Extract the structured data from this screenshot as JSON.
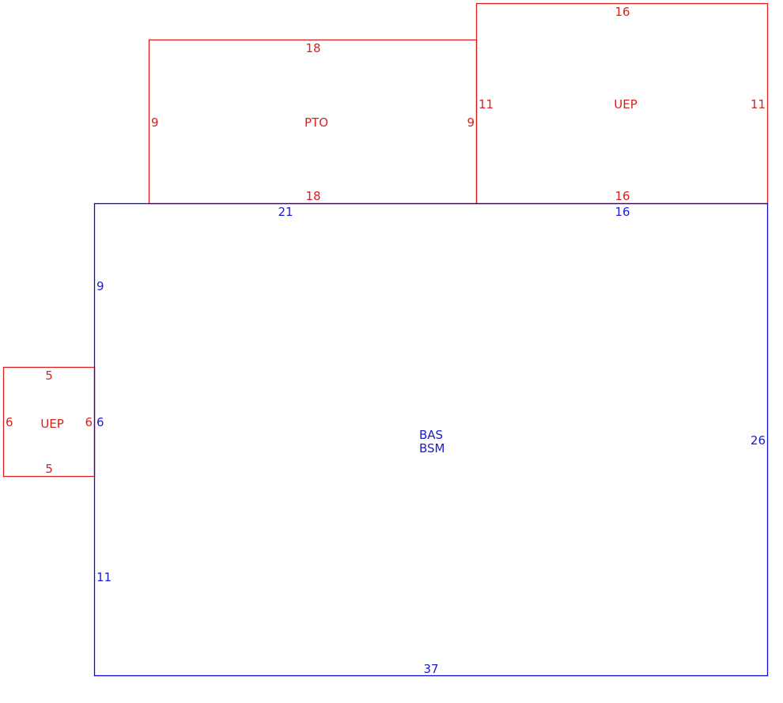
{
  "colors": {
    "base": "#0a0ad6",
    "base_text": "#1d1dc8",
    "annex": "#d6211f"
  },
  "areas": {
    "pto": {
      "name": "PTO",
      "top": "18",
      "bottom": "18",
      "left": "9",
      "right": "9"
    },
    "uep_top": {
      "name": "UEP",
      "top": "16",
      "bottom": "16",
      "left": "11",
      "right": "11"
    },
    "uep_left": {
      "name": "UEP",
      "top": "5",
      "bottom": "5",
      "left": "6",
      "right": "6"
    },
    "main": {
      "name1": "BAS",
      "name2": "BSM",
      "top_left_segment": "21",
      "top_right_segment": "16",
      "left_upper_segment": "9",
      "left_middle_segment": "6",
      "left_lower_segment": "11",
      "right": "26",
      "bottom": "37"
    }
  }
}
